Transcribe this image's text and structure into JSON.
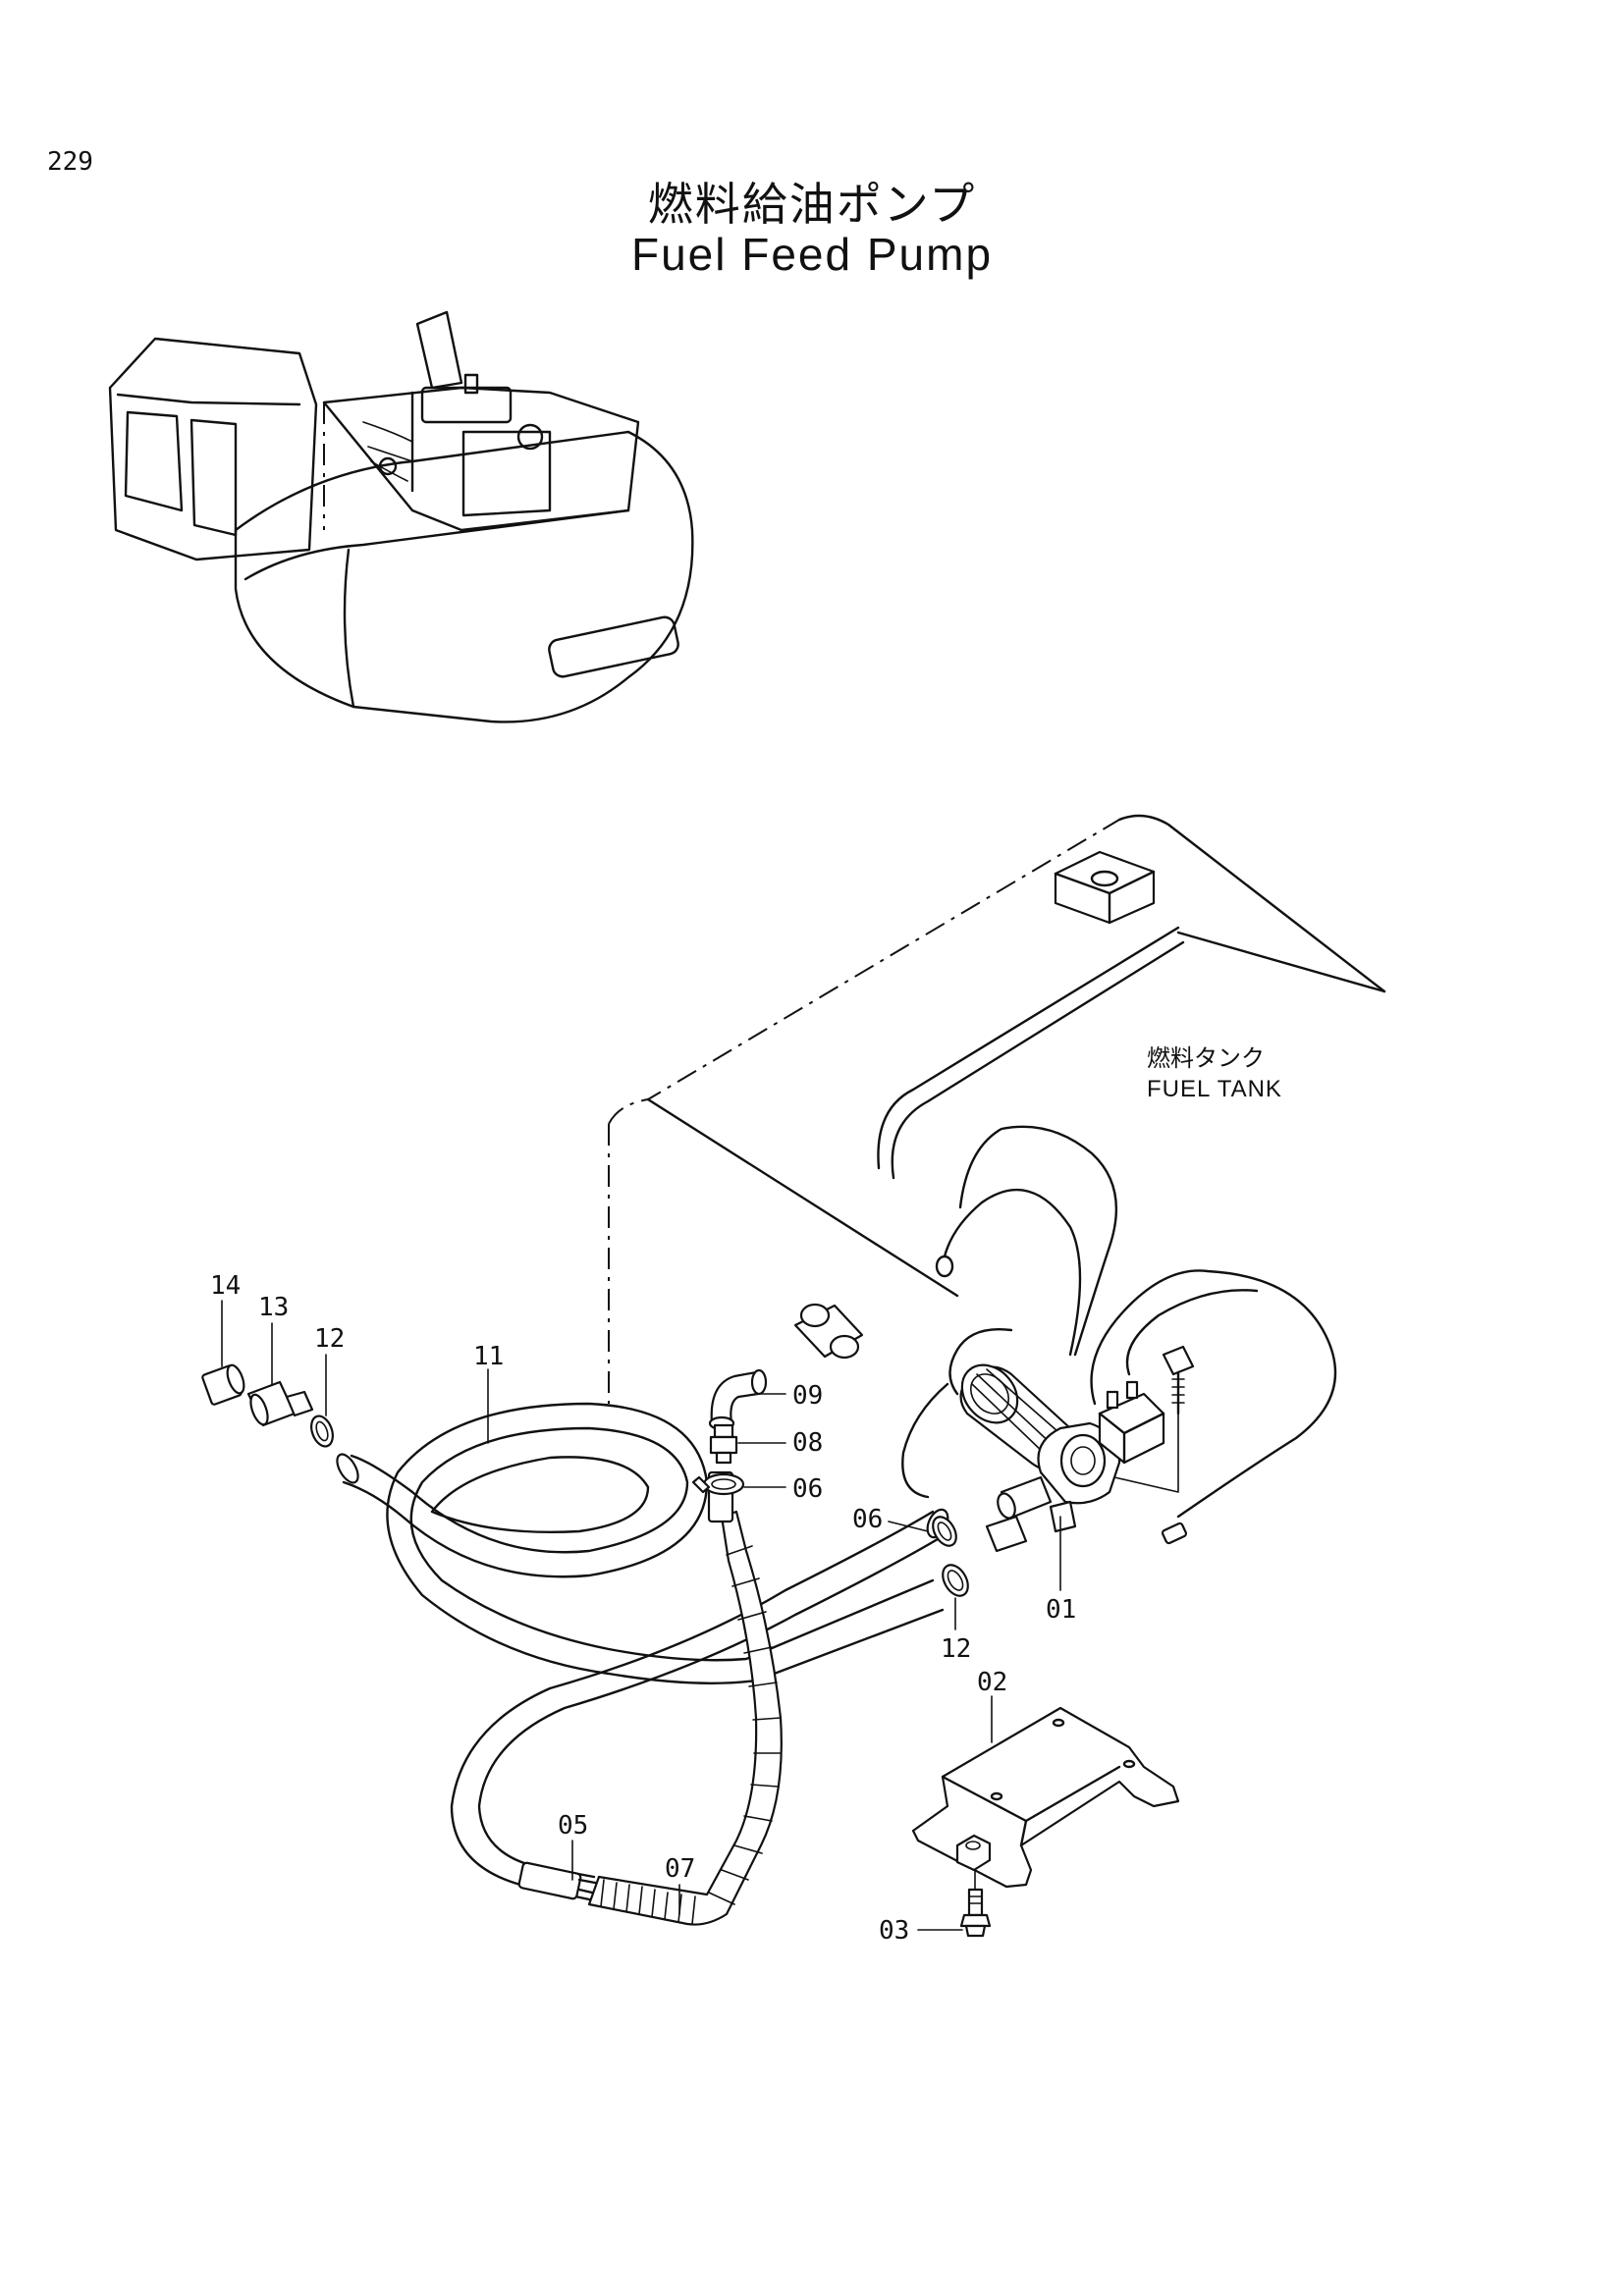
{
  "page_number": "229",
  "title_jp": "燃料給油ポンプ",
  "title_en": "Fuel Feed Pump",
  "fuel_tank_label_jp": "燃料タンク",
  "fuel_tank_label_en": "FUEL TANK",
  "callouts": {
    "c14": "14",
    "c13": "13",
    "c12a": "12",
    "c11": "11",
    "c09": "09",
    "c08": "08",
    "c06a": "06",
    "c06b": "06",
    "c12b": "12",
    "c01": "01",
    "c02": "02",
    "c03": "03",
    "c05": "05",
    "c07": "07"
  }
}
